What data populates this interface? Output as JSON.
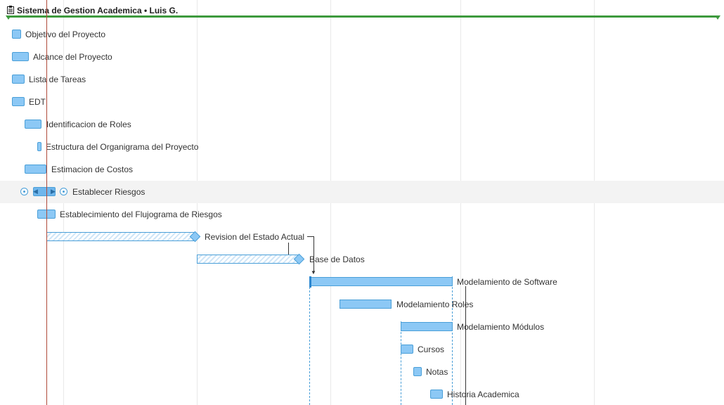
{
  "project": {
    "title": "Sistema de Gestion Academica • Luis G.",
    "icon": "clipboard-icon",
    "summary_color": "#3d9a3d"
  },
  "colors": {
    "task_fill": "#8cc8f5",
    "task_border": "#4a9fd8",
    "today_line": "#b04a3a",
    "highlight_row": "#f3f3f3"
  },
  "tasks": [
    {
      "name": "Objetivo del Proyecto"
    },
    {
      "name": "Alcance del Proyecto"
    },
    {
      "name": "Lista de Tareas"
    },
    {
      "name": "EDT"
    },
    {
      "name": "Identificacion de Roles"
    },
    {
      "name": "Estructura del Organigrama del Proyecto"
    },
    {
      "name": "Estimacion de Costos"
    },
    {
      "name": "Establecer Riesgos"
    },
    {
      "name": "Establecimiento del Flujograma de Riesgos"
    },
    {
      "name": "Revision del Estado Actual"
    },
    {
      "name": "Base de Datos"
    },
    {
      "name": "Modelamiento de Software"
    },
    {
      "name": "Modelamiento Roles"
    },
    {
      "name": "Modelamiento Módulos"
    },
    {
      "name": "Cursos"
    },
    {
      "name": "Notas"
    },
    {
      "name": "Historia Academica"
    }
  ]
}
